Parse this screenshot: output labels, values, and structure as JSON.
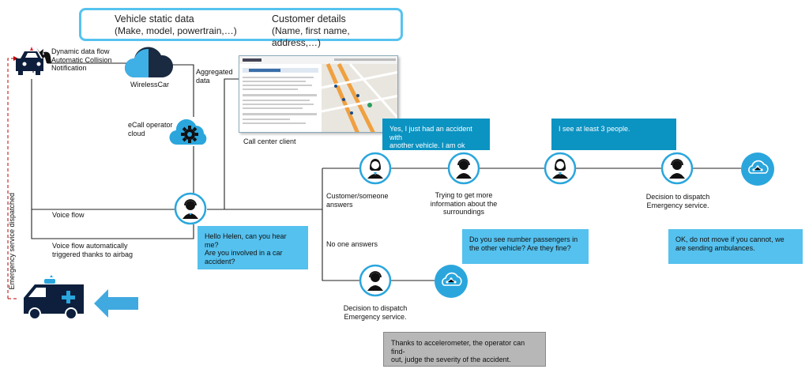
{
  "top_box": {
    "item1_title": "Vehicle static data",
    "item1_sub": "(Make, model, powertrain,…)",
    "item2_title": "Customer details",
    "item2_sub": "(Name, first name, address,…)"
  },
  "labels": {
    "data_flow": "Dynamic data flow\nAutomatic Collision\nNotification",
    "wirelesscar": "WirelessCar",
    "aggregated": "Aggregated\ndata",
    "ecall_cloud": "eCall operator\ncloud",
    "call_center": "Call center client",
    "voice_flow": "Voice flow",
    "voice_auto": "Voice flow automatically\ntriggered thanks to airbag",
    "emergency_dispatched": "Emergency service dispatched",
    "customer_answers": "Customer/someone\nanswers",
    "no_one_answers": "No one answers",
    "trying_info": "Trying to get more\ninformation about the\nsurroundings",
    "decision1": "Decision to dispatch\nEmergency service.",
    "decision2": "Decision to dispatch\nEmergency service."
  },
  "bubbles": {
    "operator_hello": "Hello Helen, can you hear me?\nAre you involved in a car\naccident?",
    "customer_yes": "Yes, I just had an accident with\nanother vehicle. I am ok",
    "customer_see": "I see at least 3 people.",
    "passengers_q": "Do you see number passengers in\nthe other vehicle? Are they fine?",
    "ok_dont_move": "OK, do not move if you cannot, we\nare sending ambulances.",
    "accelerometer": "Thanks to accelerometer, the operator can find-\nout, judge the severity of the accident."
  },
  "colors": {
    "accent_light": "#56c3ef",
    "accent_dark": "#0b93c2",
    "car_dark": "#0d1f3c",
    "cloud_dark": "#0d1f3c",
    "dispatch_line": "#c00000",
    "arrow": "#3fa9e0"
  },
  "icons": [
    "database-icon",
    "car-crash-icon",
    "cloud-icon",
    "gear-cloud-icon",
    "operator-headset-icon",
    "woman-customer-icon",
    "emergency-network-icon",
    "ambulance-icon",
    "arrow-left-icon",
    "screenshot-map"
  ]
}
